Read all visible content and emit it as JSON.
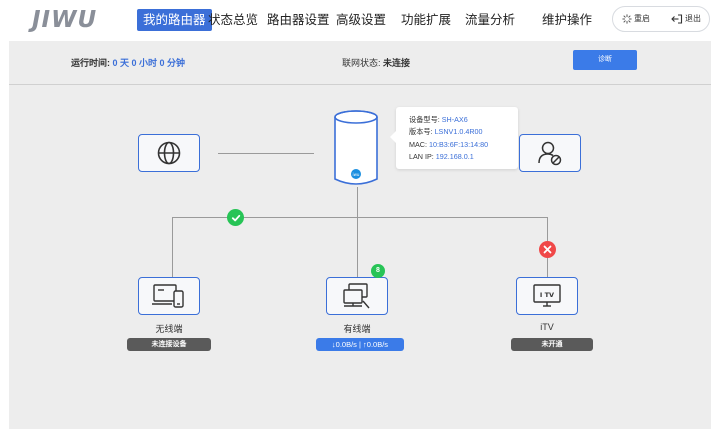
{
  "header": {
    "logo": "JIWU",
    "nav": [
      {
        "label": "我的路由器",
        "active": true
      },
      {
        "label": "状态总览"
      },
      {
        "label": "路由器设置"
      },
      {
        "label": "高级设置"
      },
      {
        "label": "功能扩展"
      },
      {
        "label": "流量分析"
      },
      {
        "label": "维护操作"
      }
    ],
    "reboot_label": "重启",
    "logout_label": "退出"
  },
  "status_bar": {
    "uptime_label": "运行时间:",
    "uptime_value": "0 天 0 小时 0 分钟",
    "network_label": "联网状态:",
    "network_value": "未连接",
    "diagnose_label": "诊断"
  },
  "router_info": {
    "model_label": "设备型号:",
    "model_value": "SH-AX6",
    "version_label": "版本号:",
    "version_value": "LSNV1.0.4R00",
    "mac_label": "MAC:",
    "mac_value": "10:B3:6F:13:14:80",
    "lanip_label": "LAN IP:",
    "lanip_value": "192.168.0.1"
  },
  "devices": {
    "wireless": {
      "label": "无线端",
      "status": "未连接设备"
    },
    "wired": {
      "label": "有线端",
      "count": "8",
      "speed": "↓0.0B/s | ↑0.0B/s"
    },
    "itv": {
      "label": "iTV",
      "status": "未开通",
      "icon_text": "I TV"
    }
  },
  "colors": {
    "accent": "#3b6fd8",
    "ok": "#27c456",
    "error": "#f04848"
  }
}
